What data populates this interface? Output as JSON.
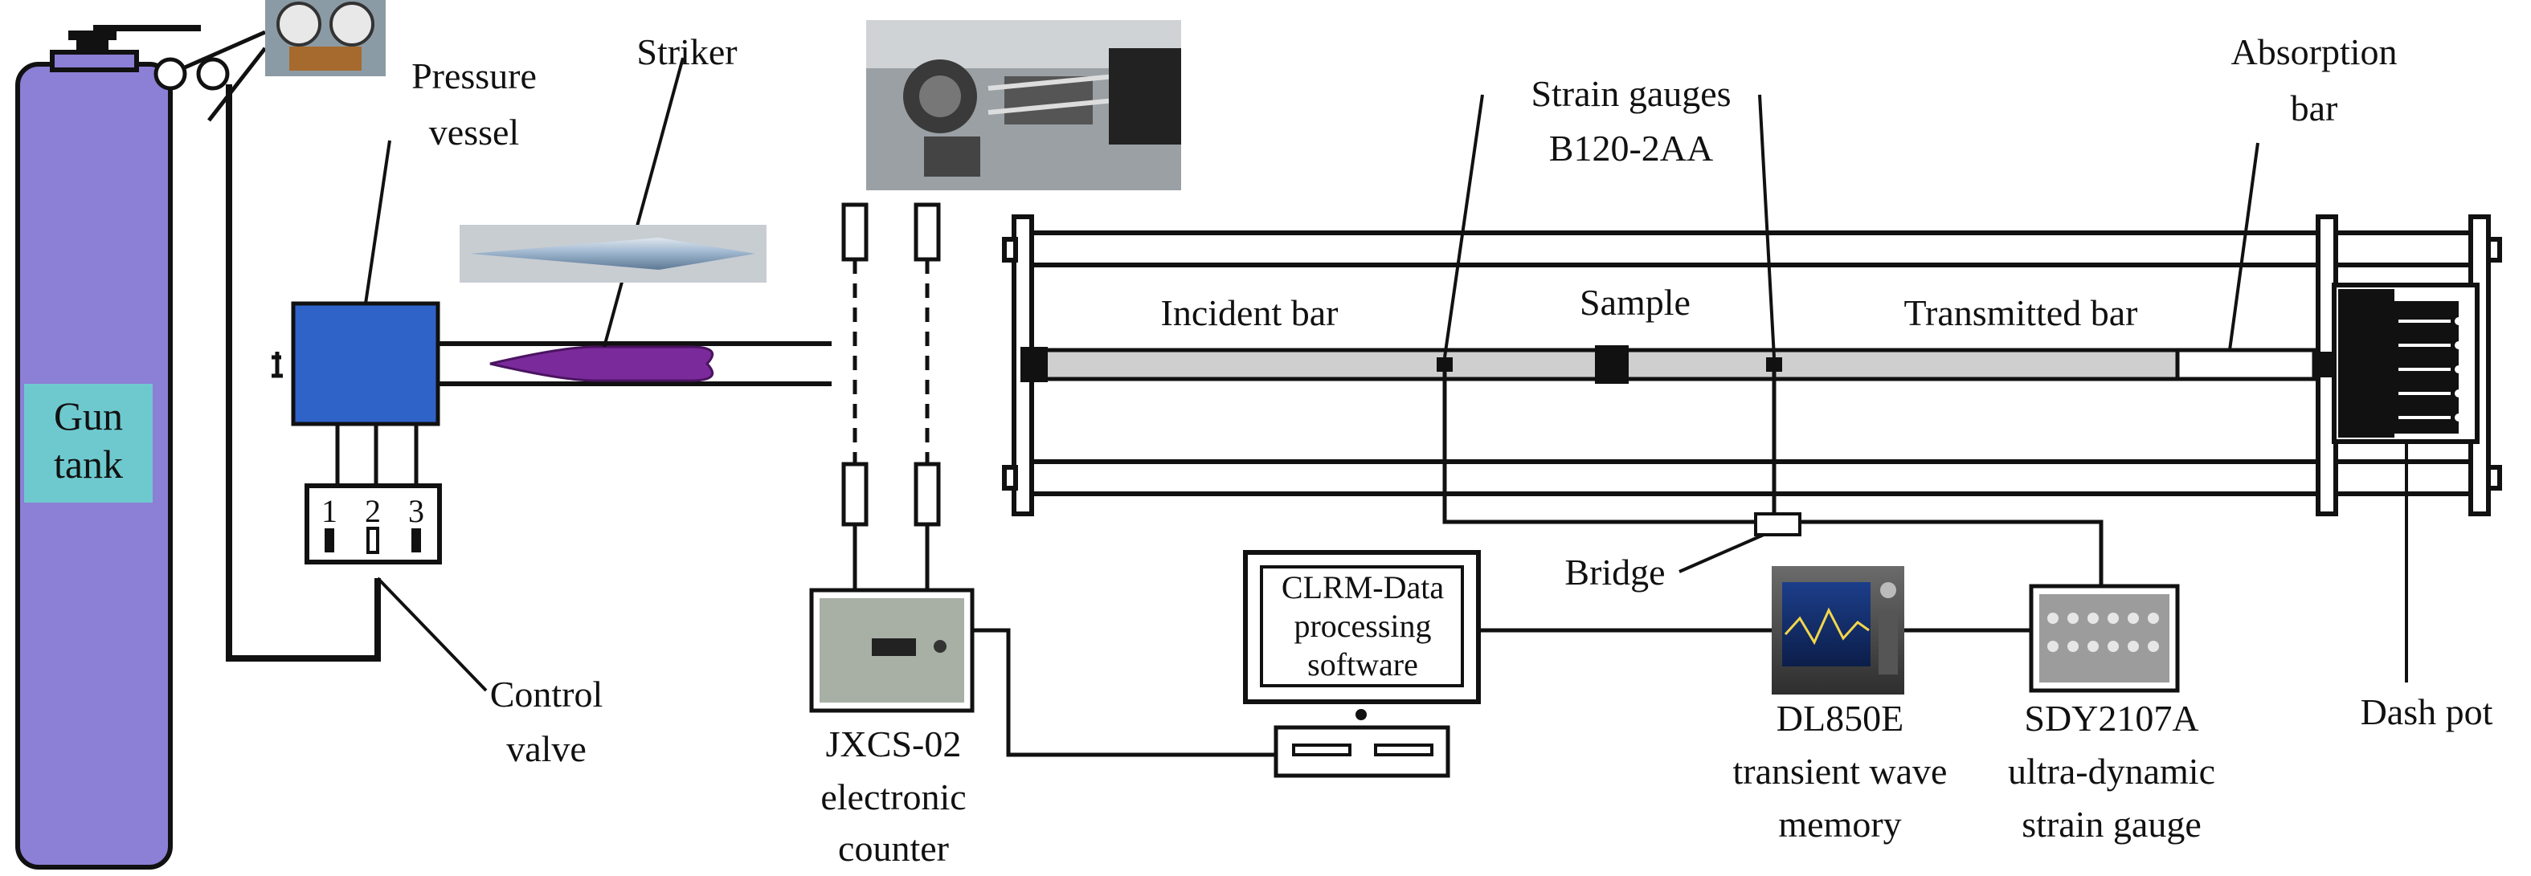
{
  "labels": {
    "gun_tank": [
      "Gun",
      "tank"
    ],
    "pressure_vessel": [
      "Pressure",
      "vessel"
    ],
    "striker": "Striker",
    "control_valve": [
      "Control",
      "valve"
    ],
    "valve_numbers": [
      "1",
      "2",
      "3"
    ],
    "strain_gauges": [
      "Strain gauges",
      "B120-2AA"
    ],
    "absorption_bar": [
      "Absorption",
      "bar"
    ],
    "incident_bar": "Incident bar",
    "sample": "Sample",
    "transmitted_bar": "Transmitted bar",
    "bridge": "Bridge",
    "computer_screen": [
      "CLRM-Data",
      "processing",
      "software"
    ],
    "counter": [
      "JXCS-02",
      "electronic",
      "counter"
    ],
    "wave_memory": [
      "DL850E",
      "transient wave",
      "memory"
    ],
    "strain_gauge_amp": [
      "SDY2107A",
      "ultra-dynamic",
      "strain gauge"
    ],
    "dash_pot": "Dash pot"
  },
  "colors": {
    "gun_tank": "#8c7fd6",
    "gun_tank_label_bg": "#6ec9cf",
    "pressure_vessel": "#2f63c8",
    "striker_body": "#7a2a9a",
    "bar": "#cfcfcf",
    "line": "#111111"
  },
  "icons": {
    "pressure_gauge_photo": "pressure-regulator-photo",
    "striker_photo": "striker-photo",
    "apparatus_photo": "gas-gun-barrel-photo",
    "counter_device": "electronic-counter-device",
    "oscilloscope": "transient-wave-memory-device",
    "amplifier": "strain-amplifier-device"
  }
}
